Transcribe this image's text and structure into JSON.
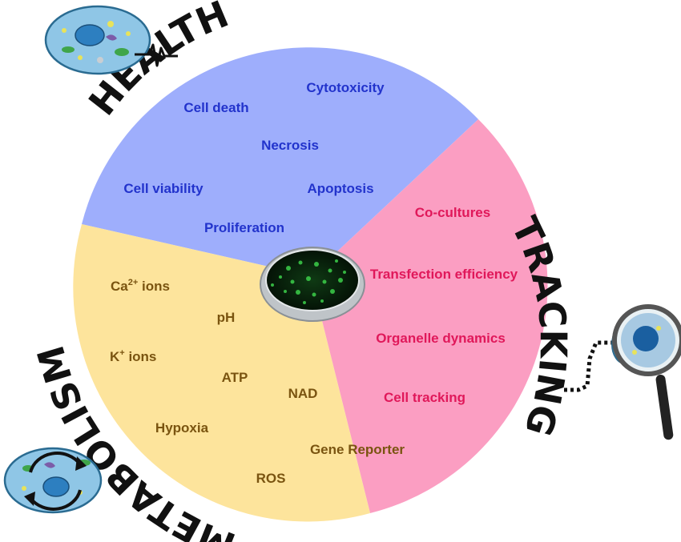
{
  "sections": {
    "health": {
      "title": "HEALTH",
      "color": "#9eaefc",
      "text_color": "#2233cc",
      "items": [
        "Cytotoxicity",
        "Cell death",
        "Necrosis",
        "Cell viability",
        "Apoptosis",
        "Proliferation"
      ]
    },
    "tracking": {
      "title": "TRACKING",
      "color": "#fb9ec2",
      "text_color": "#e0185a",
      "items": [
        "Co-cultures",
        "Transfection efficiency",
        "Organelle dynamics",
        "Cell tracking"
      ]
    },
    "metabolism": {
      "title": "METABOLISM",
      "color": "#fde49c",
      "text_color": "#7a5410",
      "items": [
        {
          "base": "Ca",
          "sup": "2+",
          "rest": " ions"
        },
        "pH",
        {
          "base": "K",
          "sup": "+",
          "rest": " ions"
        },
        "ATP",
        "NAD",
        "Hypoxia",
        "Gene Reporter",
        "ROS"
      ]
    }
  },
  "icons": [
    "cell-icon",
    "heartbeat-icon",
    "cycle-arrows-icon",
    "magnifier-icon",
    "petri-dish-icon"
  ]
}
